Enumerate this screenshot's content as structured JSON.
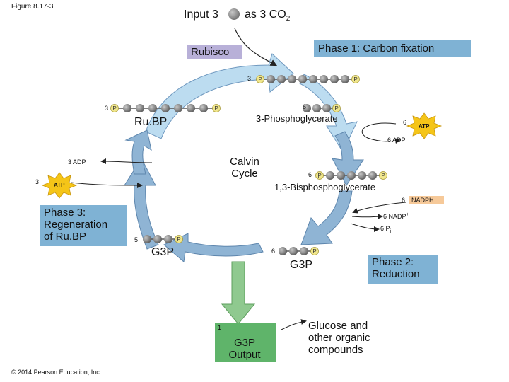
{
  "figure_label": "Figure 8.17-3",
  "copyright": "© 2014 Pearson Education, Inc.",
  "input": {
    "label": "Input 3",
    "co2_prefix": "as 3 CO",
    "co2_sub": "2"
  },
  "rubisco": "Rubisco",
  "phase1": "Phase 1: Carbon fixation",
  "phase2": [
    "Phase 2:",
    "Reduction"
  ],
  "phase3": [
    "Phase 3:",
    "Regeneration",
    "of Ru.BP"
  ],
  "calvin_cycle": [
    "Calvin",
    "Cycle"
  ],
  "rubp_label": "Ru.BP",
  "pga_label": "3-Phosphoglycerate",
  "bpg_label": "1,3-Bisphosphoglycerate",
  "g3p_left_label": "G3P",
  "g3p_right_label": "G3P",
  "output_label": [
    "G3P",
    "Output"
  ],
  "glucose_label": [
    "Glucose and",
    "other organic",
    "compounds"
  ],
  "atp": "ATP",
  "adp_right": "6 ADP",
  "adp_left": "3 ADP",
  "nadph": "NADPH",
  "nadp_prefix": "6 NADP",
  "nadp_sup": "+",
  "pi_prefix": "6 P",
  "pi_sub": "i",
  "phosphate": "P",
  "counts": {
    "rubp_in": "3",
    "rubp": "3",
    "pga": "6",
    "atp_right": "6",
    "atp_left": "3",
    "bpg": "6",
    "nadph": "6",
    "g3p_left": "5",
    "g3p_right": "6",
    "output": "1"
  },
  "colors": {
    "carbon": "#7d7d7d",
    "phosphate": "#f0e68c",
    "atp": "#f5c518",
    "arrow_light": "#bcdcf0",
    "arrow_dark": "#6f98bf",
    "arrow_green": "#8fc98f"
  }
}
